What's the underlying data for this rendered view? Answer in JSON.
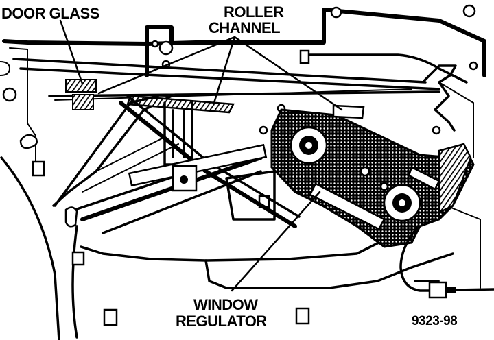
{
  "labels": {
    "door_glass": "DOOR GLASS",
    "roller_channel_line1": "ROLLER",
    "roller_channel_line2": "CHANNEL",
    "window_regulator_line1": "WINDOW",
    "window_regulator_line2": "REGULATOR"
  },
  "figure_number": "9323-98"
}
